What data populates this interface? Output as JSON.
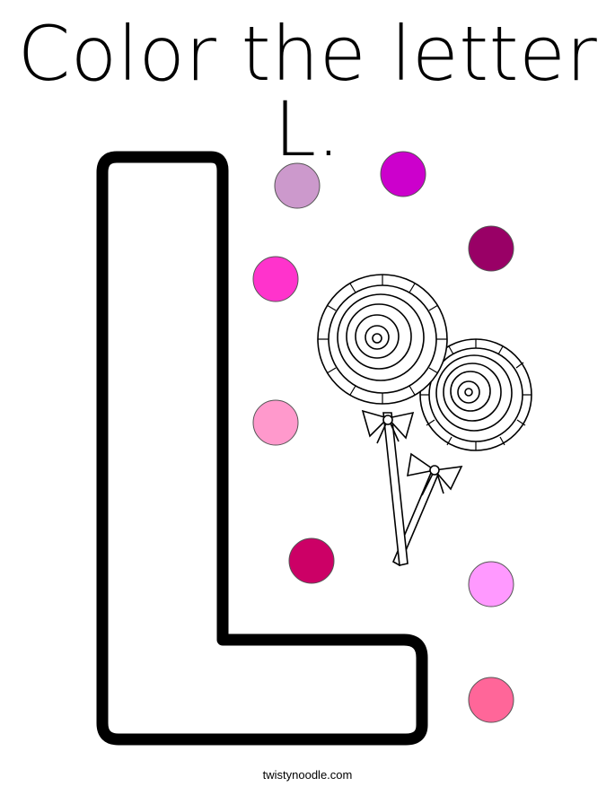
{
  "title": "Color the letter L.",
  "footer": "twistynoodle.com",
  "letter": "L",
  "dots": [
    {
      "color": "#cc99cc"
    },
    {
      "color": "#cc00cc"
    },
    {
      "color": "#990066"
    },
    {
      "color": "#ff33cc"
    },
    {
      "color": "#ff99cc"
    },
    {
      "color": "#cc0066"
    },
    {
      "color": "#ff99ff"
    },
    {
      "color": "#ff6699"
    }
  ],
  "illustration": "lollipops"
}
